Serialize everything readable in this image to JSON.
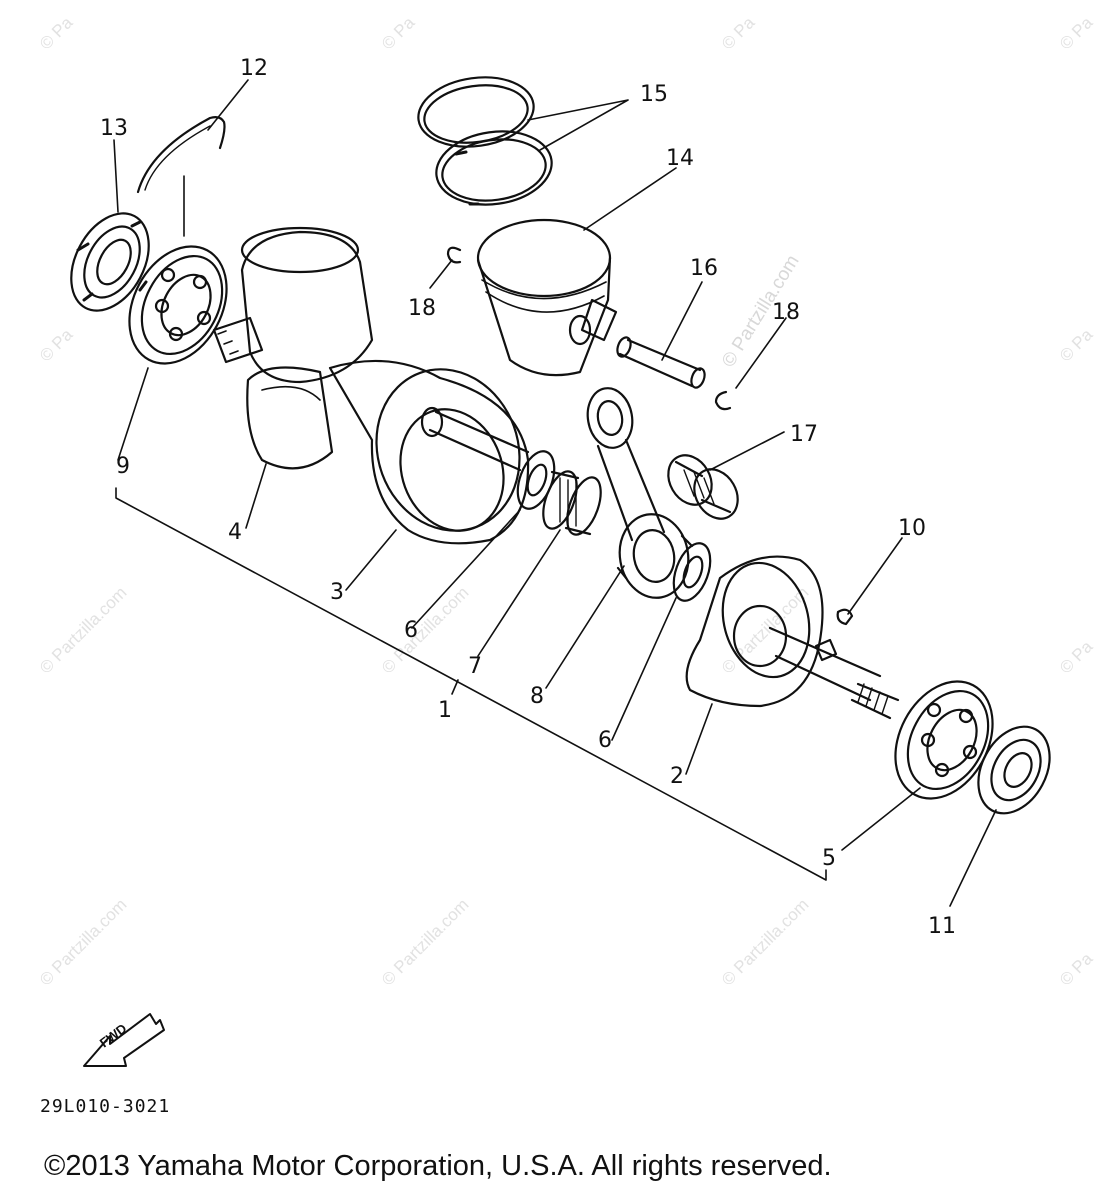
{
  "watermark": {
    "short": "© Pa",
    "long": "© Partzilla.com"
  },
  "callouts": {
    "c1": "1",
    "c2": "2",
    "c3": "3",
    "c4": "4",
    "c5": "5",
    "c6a": "6",
    "c6b": "6",
    "c7": "7",
    "c8": "8",
    "c9": "9",
    "c10": "10",
    "c11": "11",
    "c12": "12",
    "c13": "13",
    "c14": "14",
    "c15": "15",
    "c16": "16",
    "c17": "17",
    "c18a": "18",
    "c18b": "18"
  },
  "fwd_label": "FWD",
  "diagram_code": "29L010-3021",
  "copyright": "©2013  Yamaha Motor Corporation, U.S.A. All rights reserved."
}
